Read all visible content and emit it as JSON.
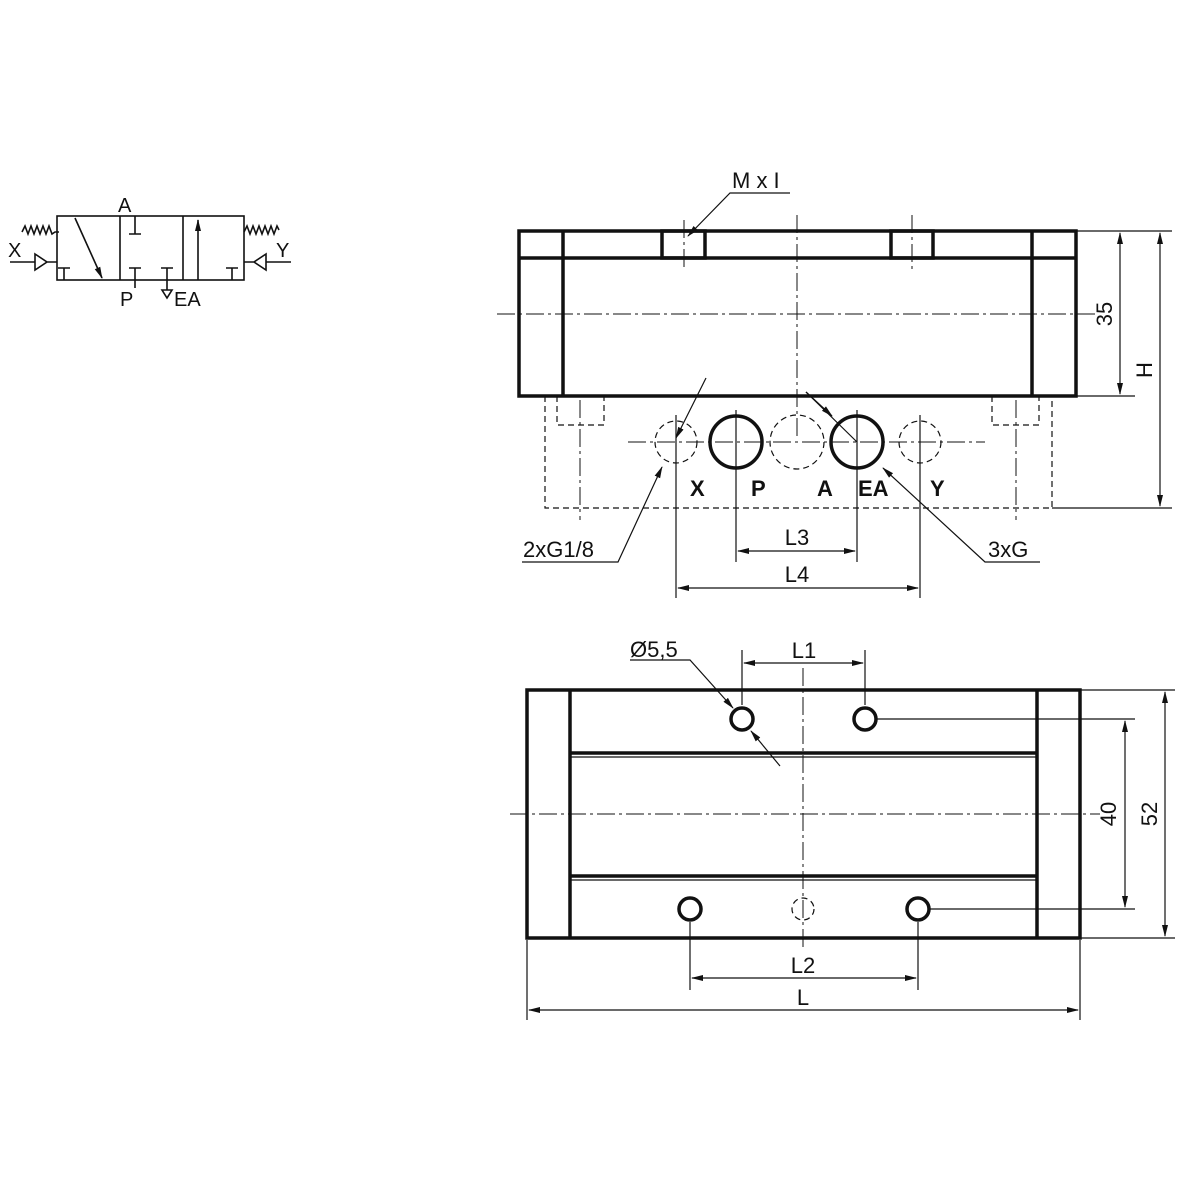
{
  "symbol": {
    "port_a": "A",
    "port_p": "P",
    "port_ea": "EA",
    "pilot_x": "X",
    "pilot_y": "Y"
  },
  "top_view": {
    "thread_callout": "M x I",
    "dim_35": "35",
    "dim_h": "H",
    "ports": [
      "X",
      "P",
      "A",
      "EA",
      "Y"
    ],
    "pilot_thread": "2xG1/8",
    "main_thread": "3xG",
    "dim_l3": "L3",
    "dim_l4": "L4"
  },
  "bottom_view": {
    "hole_dia": "Ø5,5",
    "dim_l1": "L1",
    "dim_40": "40",
    "dim_52": "52",
    "dim_l2": "L2",
    "dim_l": "L"
  }
}
